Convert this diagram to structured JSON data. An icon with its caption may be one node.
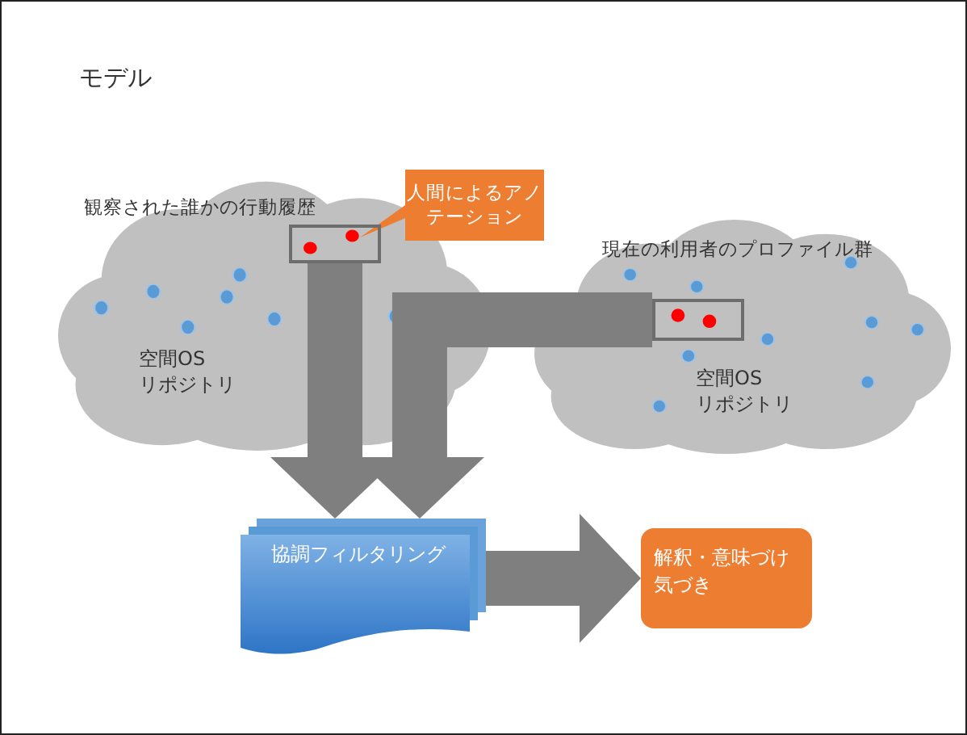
{
  "diagram": {
    "title": "モデル",
    "nodes": [
      {
        "text": [
          "観察された誰かの行動履歴",
          "空間OS リポジトリ"
        ]
      },
      {
        "text": [],
        "shape": "box",
        "in": 0
      },
      {
        "text": [
          "人間によるアノテーション"
        ]
      },
      {
        "text": [
          "現在の利用者のプロファイル群",
          "空間OS リポジトリ"
        ]
      },
      {
        "text": [],
        "shape": "box",
        "in": 3
      },
      {
        "text": [
          "協調フィルタリング"
        ]
      },
      {
        "text": [
          "解釈・意味づけ",
          "気づき"
        ]
      }
    ],
    "edges": [
      {
        "from": 1,
        "to": 5,
        "arrow": "to"
      },
      {
        "from": 4,
        "to": 5,
        "arrow": "to"
      },
      {
        "from": 5,
        "to": 6,
        "arrow": "to"
      }
    ]
  }
}
